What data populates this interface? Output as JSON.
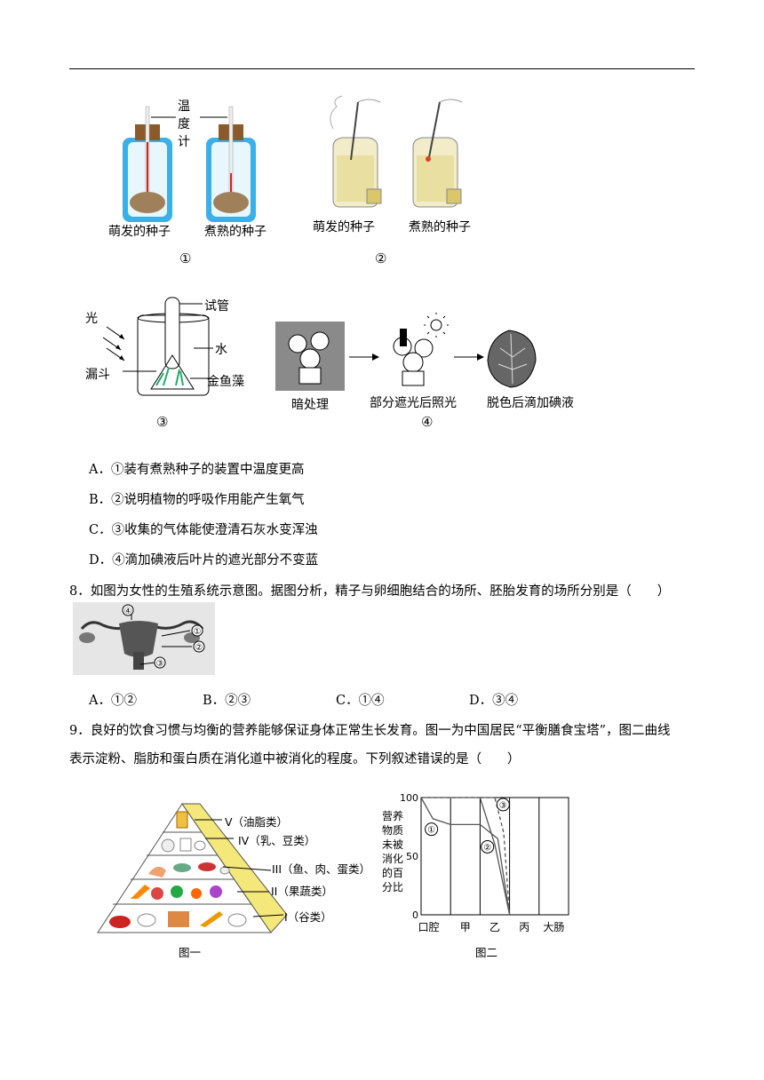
{
  "fig1": {
    "thermo_label": [
      "温",
      "度",
      "计"
    ],
    "left_caption": "萌发的种子",
    "right_caption": "煮熟的种子",
    "number": "①"
  },
  "fig2": {
    "left_caption": "萌发的种子",
    "right_caption": "煮熟的种子",
    "number": "②"
  },
  "fig3": {
    "light": "光",
    "tube": "试管",
    "water": "水",
    "funnel": "漏斗",
    "plant": "金鱼藻",
    "number": "③"
  },
  "fig4": {
    "step1": "暗处理",
    "step2": "部分遮光后照光",
    "step3": "脱色后滴加碘液",
    "number": "④"
  },
  "q7_options": [
    "A．①装有煮熟种子的装置中温度更高",
    "B．②说明植物的呼吸作用能产生氧气",
    "C．③收集的气体能使澄清石灰水变浑浊",
    "D．④滴加碘液后叶片的遮光部分不变蓝"
  ],
  "q8": {
    "stem": "8．如图为女性的生殖系统示意图。据图分析，精子与卵细胞结合的场所、胚胎发育的场所分别是（　　）",
    "labels": [
      "①",
      "②",
      "③",
      "④"
    ],
    "options": [
      "A．①②",
      "B．②③",
      "C．①④",
      "D．③④"
    ]
  },
  "q9": {
    "stem_line1": "9．良好的饮食习惯与均衡的营养能够保证身体正常生长发育。图一为中国居民“平衡膳食宝塔”，图二曲线",
    "stem_line2": "表示淀粉、脂肪和蛋白质在消化道中被消化的程度。下列叙述错误的是（　　）",
    "pyramid": {
      "levels": [
        "V（油脂类）",
        "IV（乳、豆类）",
        "III（鱼、肉、蛋类）",
        "II（果蔬类）",
        "I（谷类）"
      ],
      "caption": "图一"
    },
    "chart_data": {
      "type": "line",
      "ylabel": "营养物质未被消化的百分比",
      "ylabel_chars": [
        "营养",
        "物质",
        "未被",
        "消化",
        "的百",
        "分比"
      ],
      "categories": [
        "口腔",
        "甲",
        "乙",
        "丙",
        "大肠"
      ],
      "yticks": [
        "100",
        "50",
        "0"
      ],
      "ylim": [
        0,
        100
      ],
      "series": [
        {
          "name": "①",
          "x": [
            0,
            0.4,
            1,
            2,
            2.6,
            3
          ],
          "values": [
            100,
            82,
            77,
            77,
            65,
            0
          ]
        },
        {
          "name": "②",
          "x": [
            0,
            2,
            2.5,
            3
          ],
          "values": [
            100,
            100,
            60,
            0
          ]
        },
        {
          "name": "③",
          "x": [
            0,
            2.5,
            2.8,
            3
          ],
          "values": [
            100,
            100,
            70,
            0
          ],
          "dashed": true
        }
      ],
      "caption": "图二"
    }
  }
}
